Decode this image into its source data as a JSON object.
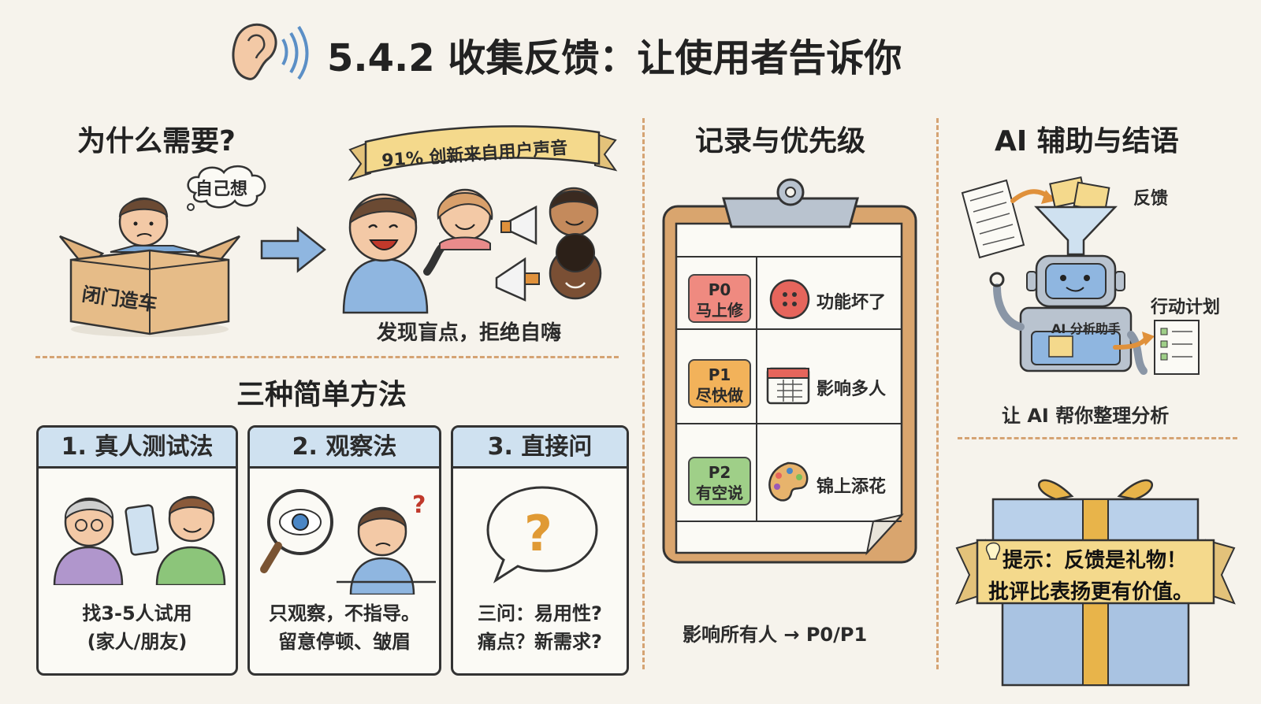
{
  "title": "5.4.2 收集反馈：让使用者告诉你",
  "why": {
    "heading": "为什么需要?",
    "thought": "自己想",
    "box_label": "闭门造车",
    "banner": "91% 创新来自用户声音",
    "caption": "发现盲点，拒绝自嗨"
  },
  "methods": {
    "heading": "三种简单方法",
    "items": [
      {
        "title": "1. 真人测试法",
        "line1": "找3-5人试用",
        "line2": "(家人/朋友)"
      },
      {
        "title": "2. 观察法",
        "line1": "只观察，不指导。",
        "line2": "留意停顿、皱眉"
      },
      {
        "title": "3. 直接问",
        "line1": "三问：易用性?",
        "line2": "痛点？新需求?"
      }
    ]
  },
  "priority": {
    "heading": "记录与优先级",
    "rows": [
      {
        "code": "P0",
        "label": "马上修",
        "desc": "功能坏了",
        "color": "#ef8a80"
      },
      {
        "code": "P1",
        "label": "尽快做",
        "desc": "影响多人",
        "color": "#f2b25a"
      },
      {
        "code": "P2",
        "label": "有空说",
        "desc": "锦上添花",
        "color": "#9fcf88"
      }
    ],
    "footer": "影响所有人 → P0/P1"
  },
  "ai": {
    "heading": "AI 辅助与结语",
    "feedback_label": "反馈",
    "plan_label": "行动计划",
    "robot_label": "AI 分析助手",
    "caption": "让 AI 帮你整理分析",
    "tip_line1": "提示：反馈是礼物！",
    "tip_line2": "批评比表扬更有价值。"
  }
}
